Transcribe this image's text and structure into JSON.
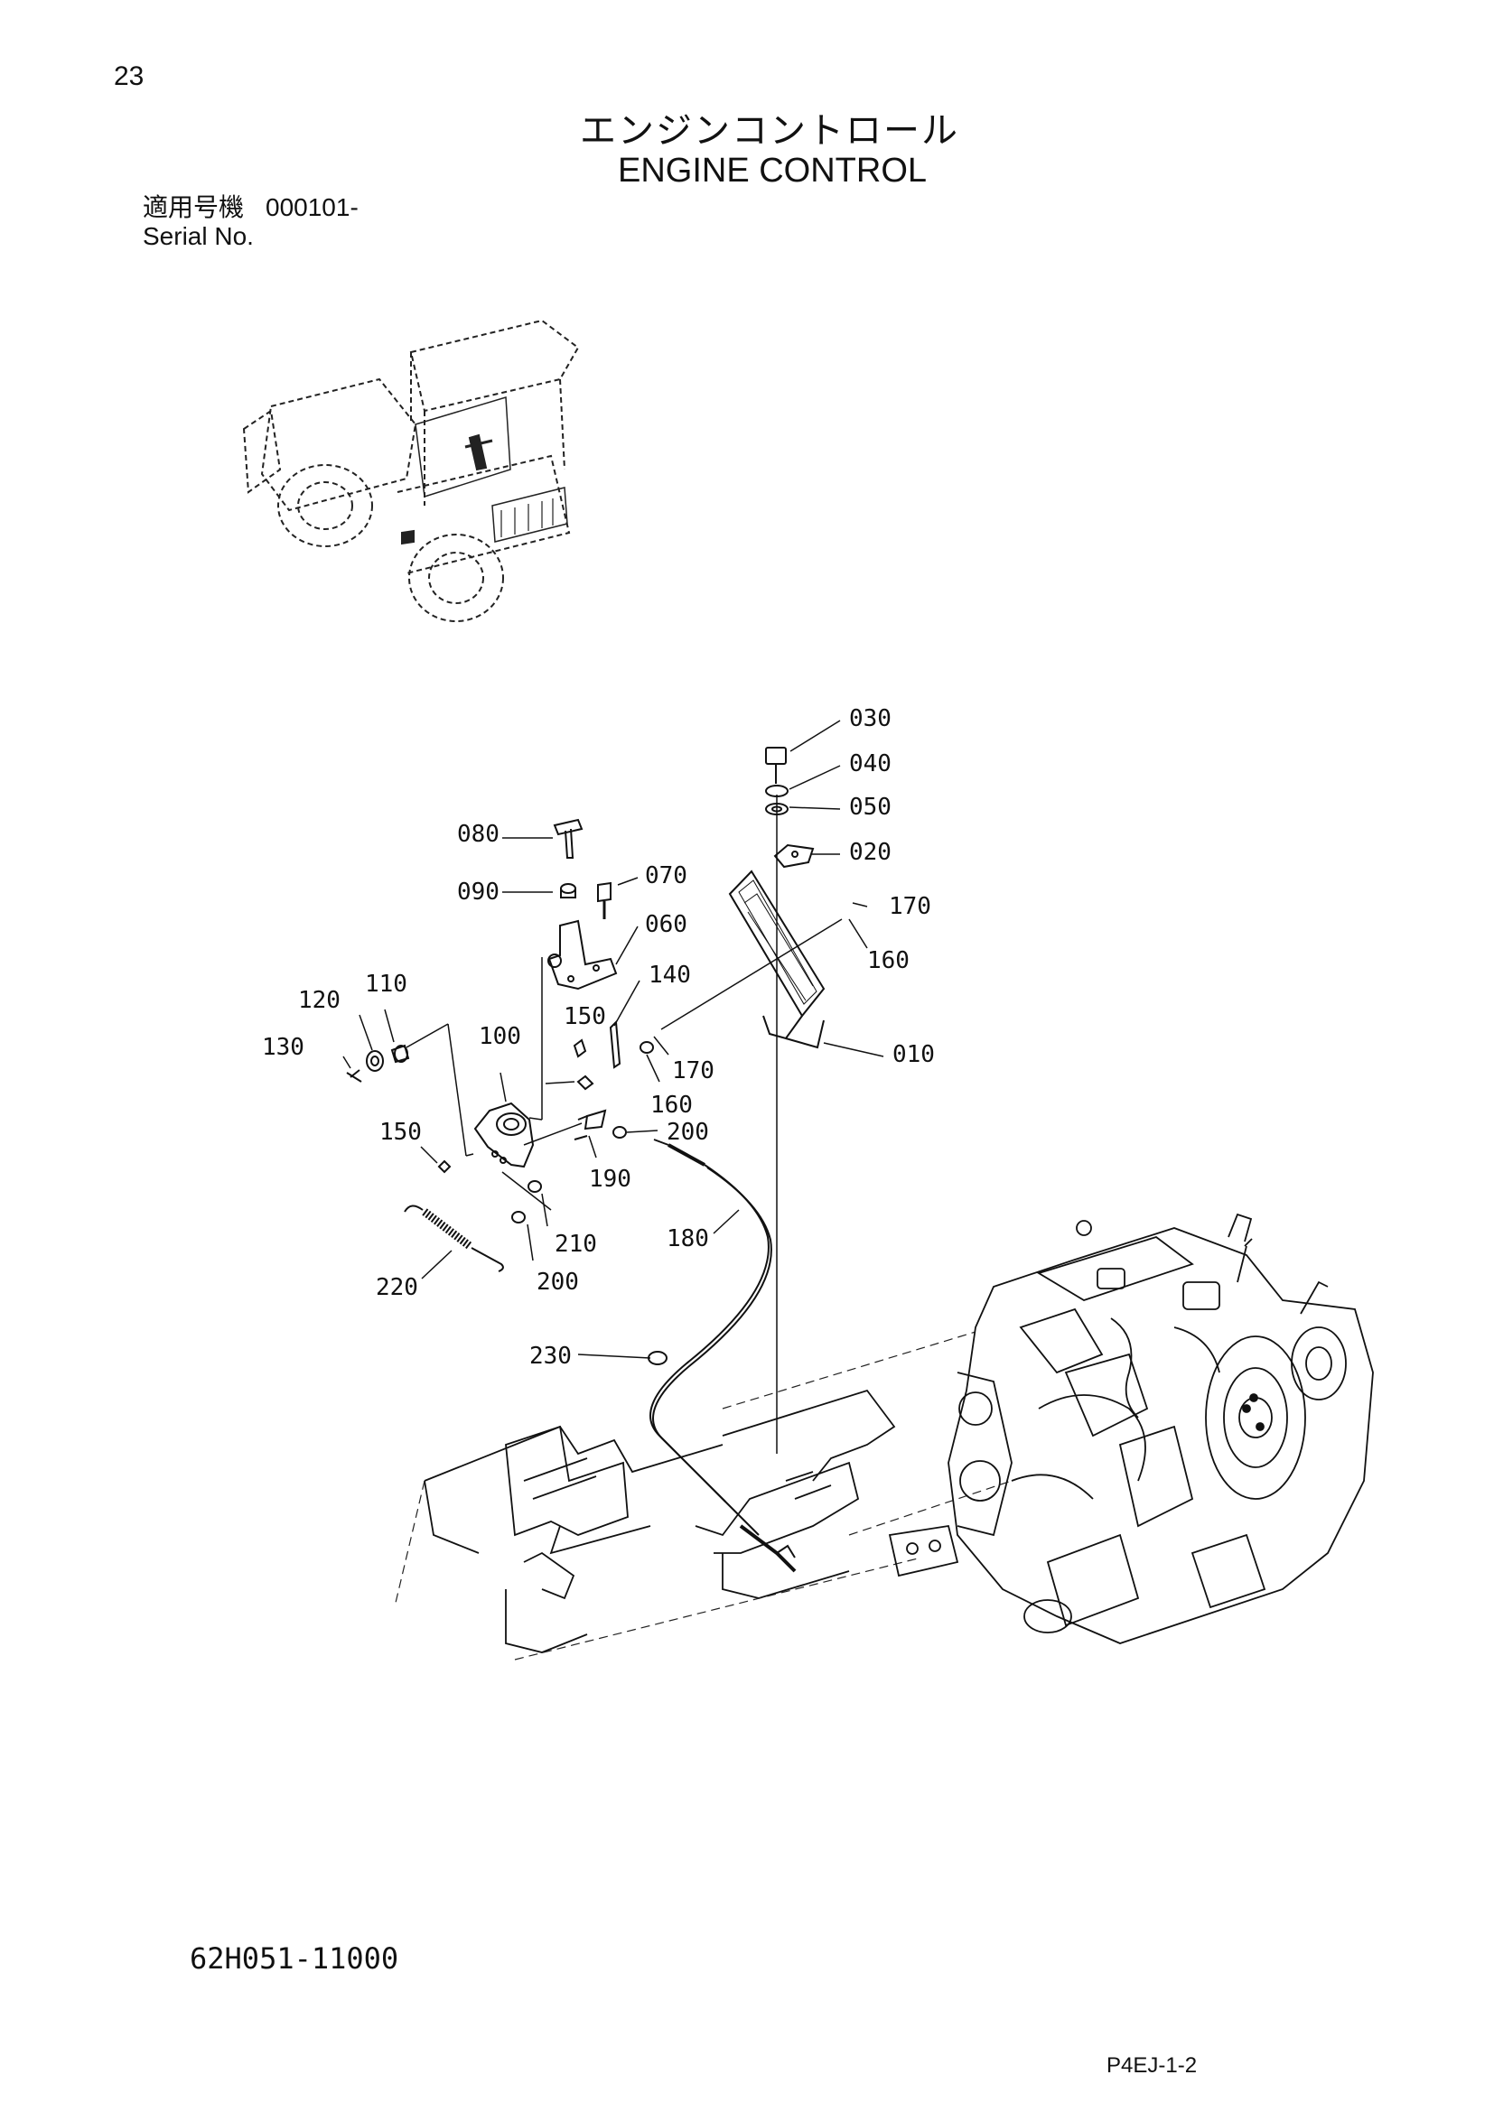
{
  "page_number": "23",
  "title_ja": "エンジンコントロール",
  "title_en": "ENGINE CONTROL",
  "serial_label_ja": "適用号機",
  "serial_value": "000101-",
  "serial_label_en": "Serial No.",
  "drawing_code": "62H051-11000",
  "sheet_code": "P4EJ-1-2",
  "part_labels": {
    "p010": "010",
    "p020": "020",
    "p030": "030",
    "p040": "040",
    "p050": "050",
    "p060": "060",
    "p070": "070",
    "p080": "080",
    "p090": "090",
    "p100": "100",
    "p110": "110",
    "p120": "120",
    "p130": "130",
    "p140": "140",
    "p150a": "150",
    "p150b": "150",
    "p160a": "160",
    "p160b": "160",
    "p170a": "170",
    "p170b": "170",
    "p180": "180",
    "p190": "190",
    "p200a": "200",
    "p200b": "200",
    "p210": "210",
    "p220": "220",
    "p230": "230"
  }
}
